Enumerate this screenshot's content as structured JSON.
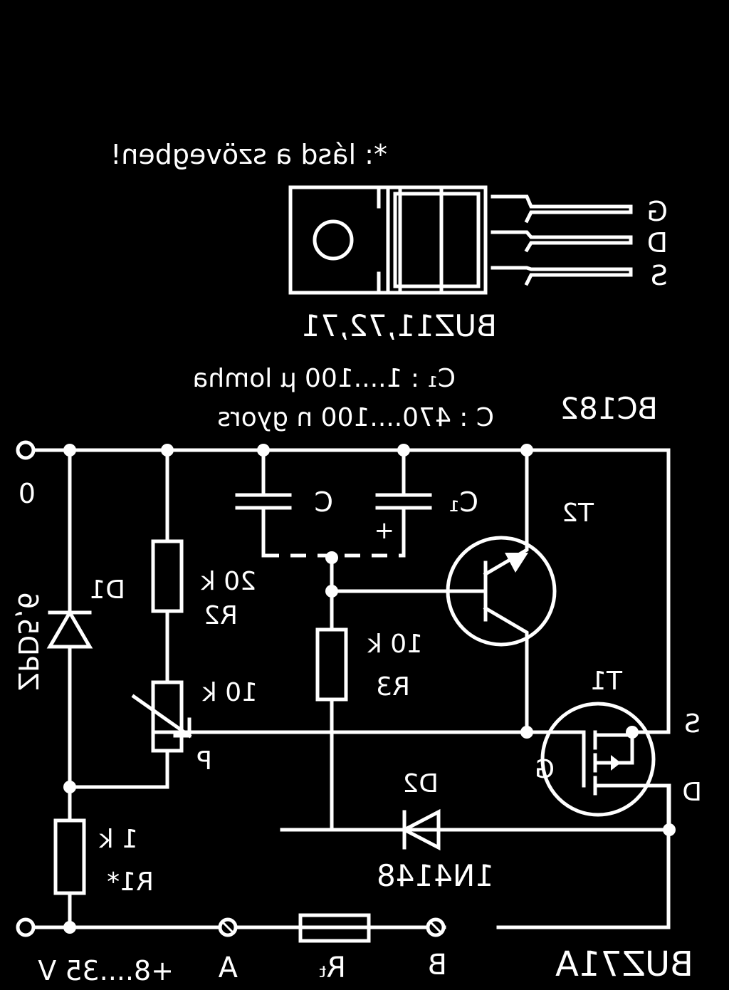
{
  "colors": {
    "background": "#000000",
    "ink": "#ffffff"
  },
  "note": "*: lásd a szövegben!",
  "package": {
    "name": "BUZ11,72,71",
    "pins": [
      "G",
      "D",
      "S"
    ]
  },
  "capacitor_notes": {
    "c1": "C₁ : 1....100 µ lomha",
    "c": "C : 470....100 n   gyors"
  },
  "transistor_t2": {
    "type": "BC182",
    "label": "T2"
  },
  "mosfet_t1": {
    "label": "T1",
    "gate": "G",
    "source": "S",
    "drain": "D"
  },
  "diode_d1": {
    "label": "D1",
    "type": "ZPD5,6"
  },
  "diode_d2": {
    "label": "D2",
    "type": "1N4148"
  },
  "resistors": {
    "r2": {
      "label": "R2",
      "value": "20 k"
    },
    "r3": {
      "label": "R3",
      "value": "10 k"
    },
    "p": {
      "label": "P",
      "value": "10 k"
    },
    "r1": {
      "label": "R1*",
      "value": "1 k"
    },
    "rt": {
      "label": "Rₜ"
    }
  },
  "capacitors": {
    "c": "C",
    "c1": "C₁",
    "polarity": "+"
  },
  "terminals": {
    "zero": "0",
    "supply": "+8....35 V",
    "a": "A",
    "b": "B"
  },
  "part_number": "BUZ71A"
}
